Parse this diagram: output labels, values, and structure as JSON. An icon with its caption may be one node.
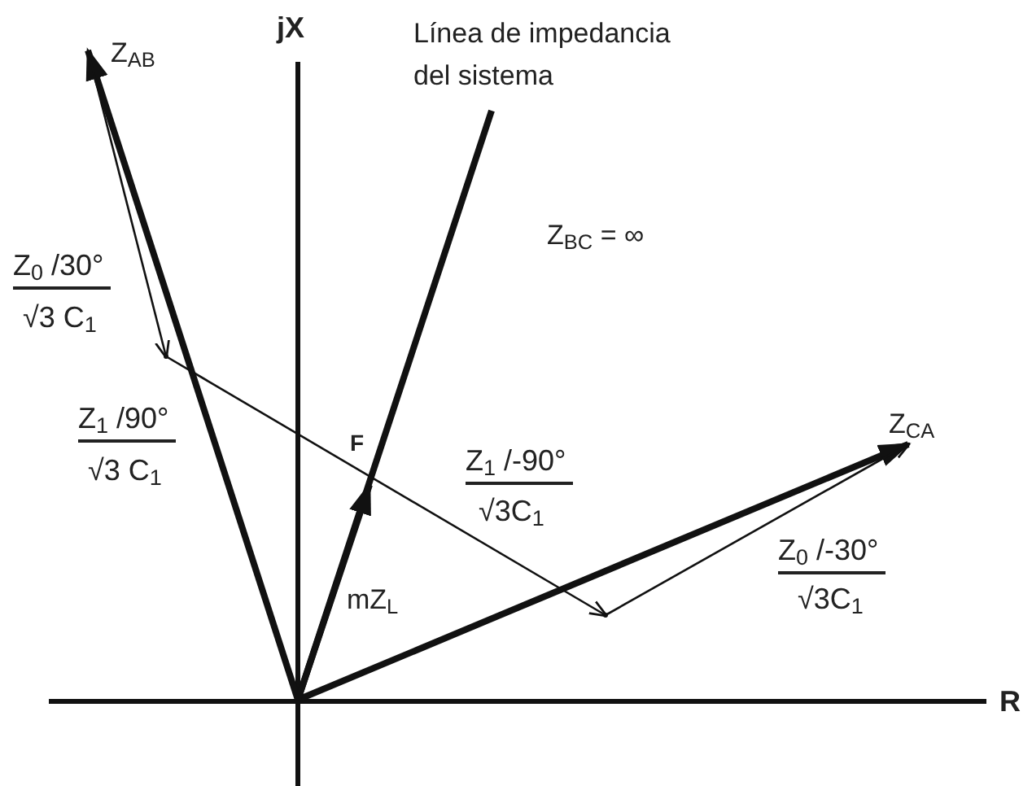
{
  "diagram": {
    "nodes": [
      {
        "text": [
          "Z$_{AB}$"
        ]
      },
      {
        "text": [
          "Línea de impedancia del sistema"
        ]
      },
      {
        "text": [
          "Z$_{CA}$"
        ]
      },
      {
        "text": [
          "F"
        ]
      },
      {
        "text": [],
        "shape": "point"
      },
      {
        "text": [],
        "shape": "point"
      }
    ],
    "edges": [
      {
        "from": null,
        "to": 0,
        "arrow": "to"
      },
      {
        "from": null,
        "to": 2,
        "arrow": "to"
      },
      {
        "from": null,
        "to": 1,
        "arrow": "none"
      },
      {
        "from": null,
        "to": 3,
        "arrow": "to",
        "label": "mZ$_{L}$"
      },
      {
        "from": 0,
        "to": 4,
        "arrow": "to"
      },
      {
        "from": 4,
        "to": 5,
        "arrow": "to"
      },
      {
        "from": 5,
        "to": 2,
        "arrow": "to"
      }
    ],
    "labels": [
      "jX",
      "Z$_{BC}$ = ∞",
      "Z$_{0}$ /30°",
      "√3 C$_{1}$",
      "Z$_{1}$ /90°",
      "√3 C$_{1}$",
      "Z$_{1}$ /-90°",
      "√3C$_{1}$",
      "Z$_{0}$ /-30°",
      "√3C$_{1}$",
      "R"
    ]
  }
}
